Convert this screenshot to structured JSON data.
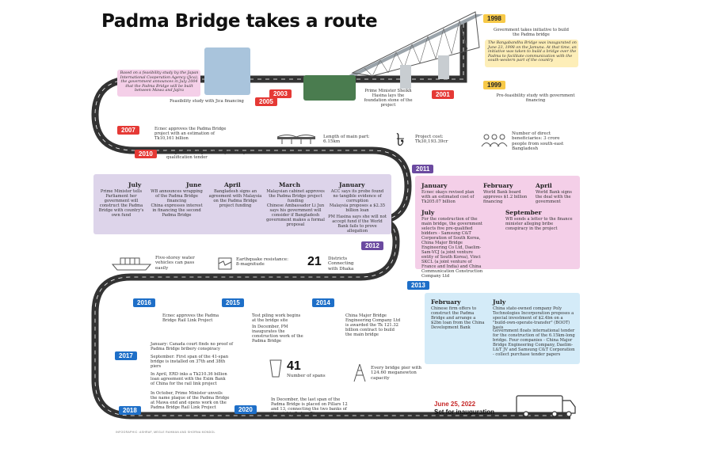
{
  "title": "Padma Bridge takes a route",
  "years": {
    "y1998": "1998",
    "y1999": "1999",
    "y2001": "2001",
    "y2003": "2003",
    "y2005": "2005",
    "y2007": "2007",
    "y2010": "2010",
    "y2011": "2011",
    "y2012": "2012",
    "y2013": "2013",
    "y2015": "2015",
    "y2016": "2016",
    "y2014": "2014",
    "y2017": "2017",
    "y2018": "2018",
    "y2020": "2020"
  },
  "events": {
    "e1998": "Government takes initiative to build the Padma bridge",
    "e1998_note": "The Bangabandhu Bridge was inaugurated on June 23, 1998 on the Jamuna. At that time, an initiative was taken to build a bridge over the Padma to facilitate communication with the south-western part of the country",
    "e1999": "Pre-feasibility study with government financing",
    "e2001": "Prime Minister Sheikh Hasina lays the foundation stone of the project",
    "e2003": "Based on a feasibility study by the Japan International Cooperation Agency (Jica), the government announces in July 2004 that the Padma Bridge will be built between Mawa and Jajira",
    "e2005": "Feasibility study with Jica financing",
    "e2007": "Ecnec approves the Padma Bridge project with an estimation of Tk10,161 billion",
    "e2010": "Bangladesh Bridge Authority invites pre-qualification tender",
    "e2016": "Ecnec approves the Padma Bridge Rail Link Project",
    "e2015": "Test piling work begins at the bridge site",
    "e2015b": "In December, PM inaugurates the construction work of the Padma Bridge",
    "e2014": "China Major Bridge Engineering Company Ltd is awarded the Tk 121.32 billion contract to build the main bridge",
    "e2017a": "January: Canada court finds no proof of Padma Bridge bribery conspiracy",
    "e2017b": "September: First span of the 41-span bridge is installed on 37th and 38th piers",
    "e2018a": "In April, ERD inks a Tk210.36 billion loan agreement with the Exim Bank of China for the rail link project",
    "e2018b": "In October, Prime Minister unveils the name plaque of the Padma Bridge at Mawa end and opens work on the Padma Bridge Rail Link Project",
    "e2020": "In December, the last span of the Padma Bridge is placed on Pillars 12 and 13, connecting the two banks of the mighty Padma River"
  },
  "stats": {
    "length": "Length of main part: 6.15km",
    "cost": "Project cost: Tk30,193.39cr",
    "beneficiaries": "Number of direct beneficiaries: 3 crore people from south-east Bangladesh",
    "taka_symbol": "৳",
    "storey": "Five-storey water vehicles can pass easily",
    "quake": "Earthquake resistance: 8-magnitude",
    "districts_num": "21",
    "districts": "Districts Connecting with Dhaka",
    "spans_num": "41",
    "spans": "Number of spans",
    "pier": "Every bridge pier with 124.60 meganewton capacity",
    "inaug_date": "June 25, 2022",
    "inaug_label": "Set for inauguration"
  },
  "y2012box": {
    "july_h": "July",
    "july": "Prime Minister tells Parliament her government will construct the Padma Bridge with country's own fund",
    "june_h": "June",
    "june": "WB announces wrapping of the Padma Bridge financing",
    "june2": "China expresses interest in financing the second Padma Bridge",
    "april_h": "April",
    "april": "Bangladesh signs an agreement with Malaysia on the Padma Bridge project funding",
    "march_h": "March",
    "march": "Malaysian cabinet approves the Padma Bridge project funding",
    "march2": "Chinese Ambassador Li Jun says his government will consider if Bangladesh government makes a formal proposal",
    "jan_h": "January",
    "jan": "ACC says its probe found no tangible evidence of corruption",
    "jan2": "Malaysia proposes a $2.35 billion loan",
    "jan3": "PM Hasina says she will not accept fund if the World Bank fails to prove allegation"
  },
  "y2011box": {
    "jan_h": "January",
    "jan": "Ecnec okays revised plan with an estimated cost of Tk205.07 billion",
    "feb_h": "February",
    "feb": "World Bank board approves $1.2 billion financing",
    "apr_h": "April",
    "apr": "World Bank signs the deal with the government",
    "jul_h": "July",
    "jul": "For the construction of the main bridge, the government selects five pre-qualified bidders - Samsung C&T Corporation of South Korea, China Major Bridge Engineering Co Ltd, Daelim-Sam-VCJ (a joint venture entity of South Korea), Vinci SKCL (a joint venture of France and India) and China Communication Construction Company Ltd",
    "sep_h": "September",
    "sep": "WB sends a letter to the finance minister alleging bribe conspiracy in the project"
  },
  "y2013box": {
    "feb_h": "February",
    "feb": "Chinese firm offers to construct the Padma Bridge and arrange a $2bn loan from the China Development Bank",
    "jul_h": "July",
    "jul": "China state-owned company Poly Technologies Incorporation proposes a special investment of $2.4bn on a \"build-own-operate-transfer\" (BOOT) basis",
    "jul2": "Government floats international tender for the construction of the 6.15km-long bridge. Four companies - China Major Bridge Engineering Company, Daelim-L&T JV and Samsung C&T Corporation - collect purchase tender papers"
  },
  "credit": "INFOGRAPHIC: ASHRAF, MEGLE RAHMAN AND SHORNA MONDOL",
  "colors": {
    "red": "#e53935",
    "blue": "#1e6fc8",
    "purple": "#6b4aa0",
    "yellow": "#f7c948",
    "road": "#333333",
    "lavender": "#ddd4ea",
    "pink": "#f4cfe8",
    "sky": "#d4ebf8",
    "yellowbox": "#fdeeb8"
  }
}
